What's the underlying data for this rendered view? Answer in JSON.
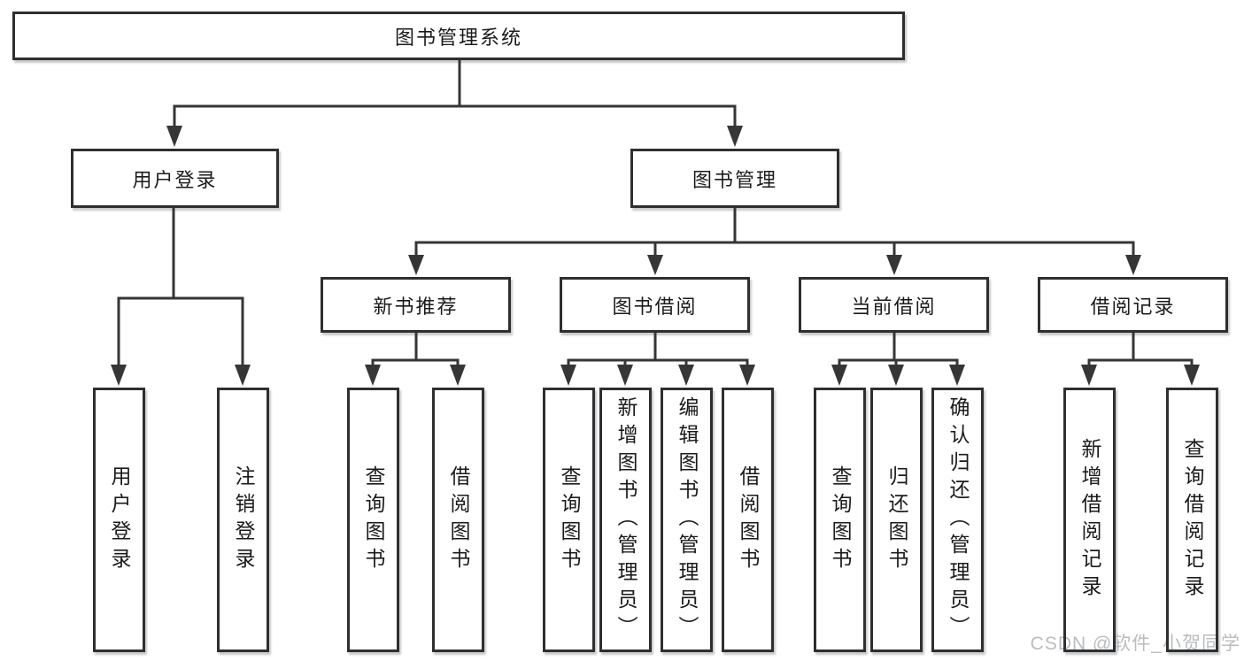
{
  "tree": {
    "label": "图书管理系统",
    "children": [
      {
        "label": "用户登录",
        "children": [
          {
            "label": "用户登录"
          },
          {
            "label": "注销登录"
          }
        ]
      },
      {
        "label": "图书管理",
        "children": [
          {
            "label": "新书推荐",
            "children": [
              {
                "label": "查询图书"
              },
              {
                "label": "借阅图书"
              }
            ]
          },
          {
            "label": "图书借阅",
            "children": [
              {
                "label": "查询图书"
              },
              {
                "label": "新增图书（管理员）"
              },
              {
                "label": "编辑图书（管理员）"
              },
              {
                "label": "借阅图书"
              }
            ]
          },
          {
            "label": "当前借阅",
            "children": [
              {
                "label": "查询图书"
              },
              {
                "label": "归还图书"
              },
              {
                "label": "确认归还（管理员）"
              }
            ]
          },
          {
            "label": "借阅记录",
            "children": [
              {
                "label": "新增借阅记录"
              },
              {
                "label": "查询借阅记录"
              }
            ]
          }
        ]
      }
    ]
  },
  "watermark": "CSDN @软件_小贺同学",
  "colors": {
    "line": "#363636",
    "box_border": "#2d2f31",
    "text": "#1b1b1d",
    "watermark": "#b9bdbf",
    "background": "#ffffff"
  }
}
